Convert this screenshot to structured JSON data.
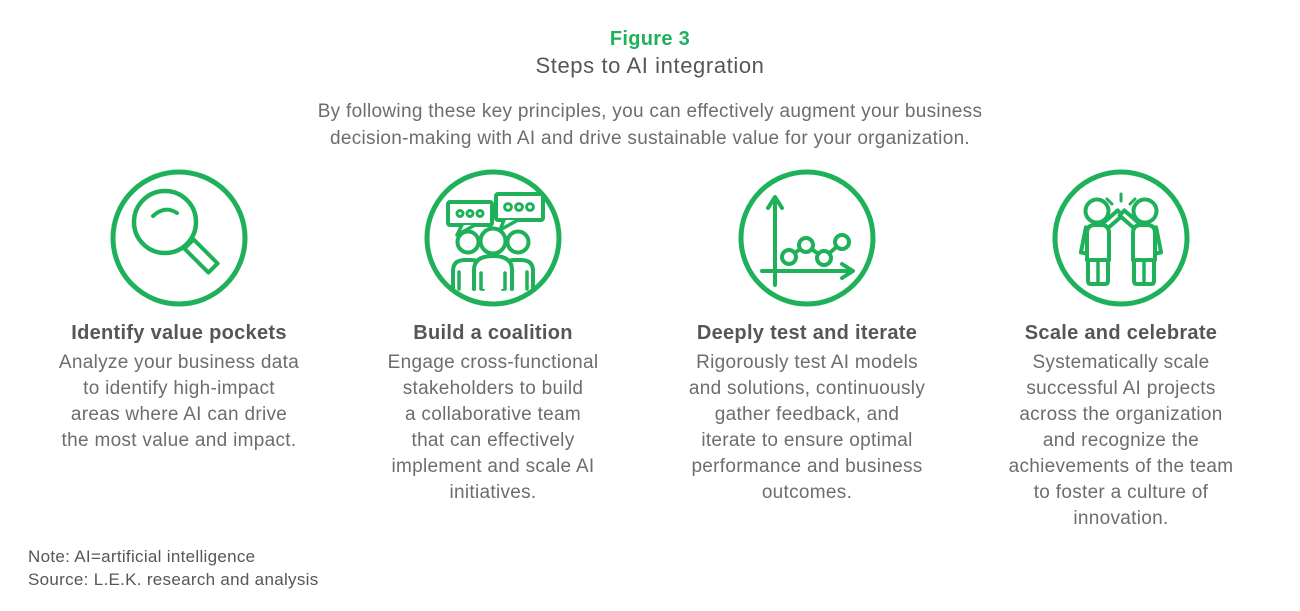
{
  "figure": {
    "label": "Figure 3",
    "title": "Steps to AI integration",
    "intro": "By following these key principles, you can effectively augment your business\ndecision-making with AI and drive sustainable value for your organization."
  },
  "steps": [
    {
      "icon": "magnifier-icon",
      "heading": "Identify value pockets",
      "body": "Analyze your business data\nto identify high-impact\nareas where AI can drive\nthe most value and impact."
    },
    {
      "icon": "team-discussion-icon",
      "heading": "Build a coalition",
      "body": "Engage cross-functional\nstakeholders to build\na collaborative team\nthat can effectively\nimplement and scale AI\ninitiatives."
    },
    {
      "icon": "chart-iterate-icon",
      "heading": "Deeply test and iterate",
      "body": "Rigorously test AI models\nand solutions, continuously\ngather feedback, and\niterate to ensure optimal\nperformance and business\noutcomes."
    },
    {
      "icon": "high-five-icon",
      "heading": "Scale and celebrate",
      "body": "Systematically scale\nsuccessful AI projects\nacross the organization\nand recognize the\nachievements of the team\nto foster a culture of\ninnovation."
    }
  ],
  "footer": {
    "note": "Note: AI=artificial intelligence",
    "source": "Source: L.E.K. research and analysis"
  },
  "colors": {
    "accent_green": "#1EB15A",
    "heading_gray": "#54565A",
    "body_gray": "#6B6D71"
  }
}
